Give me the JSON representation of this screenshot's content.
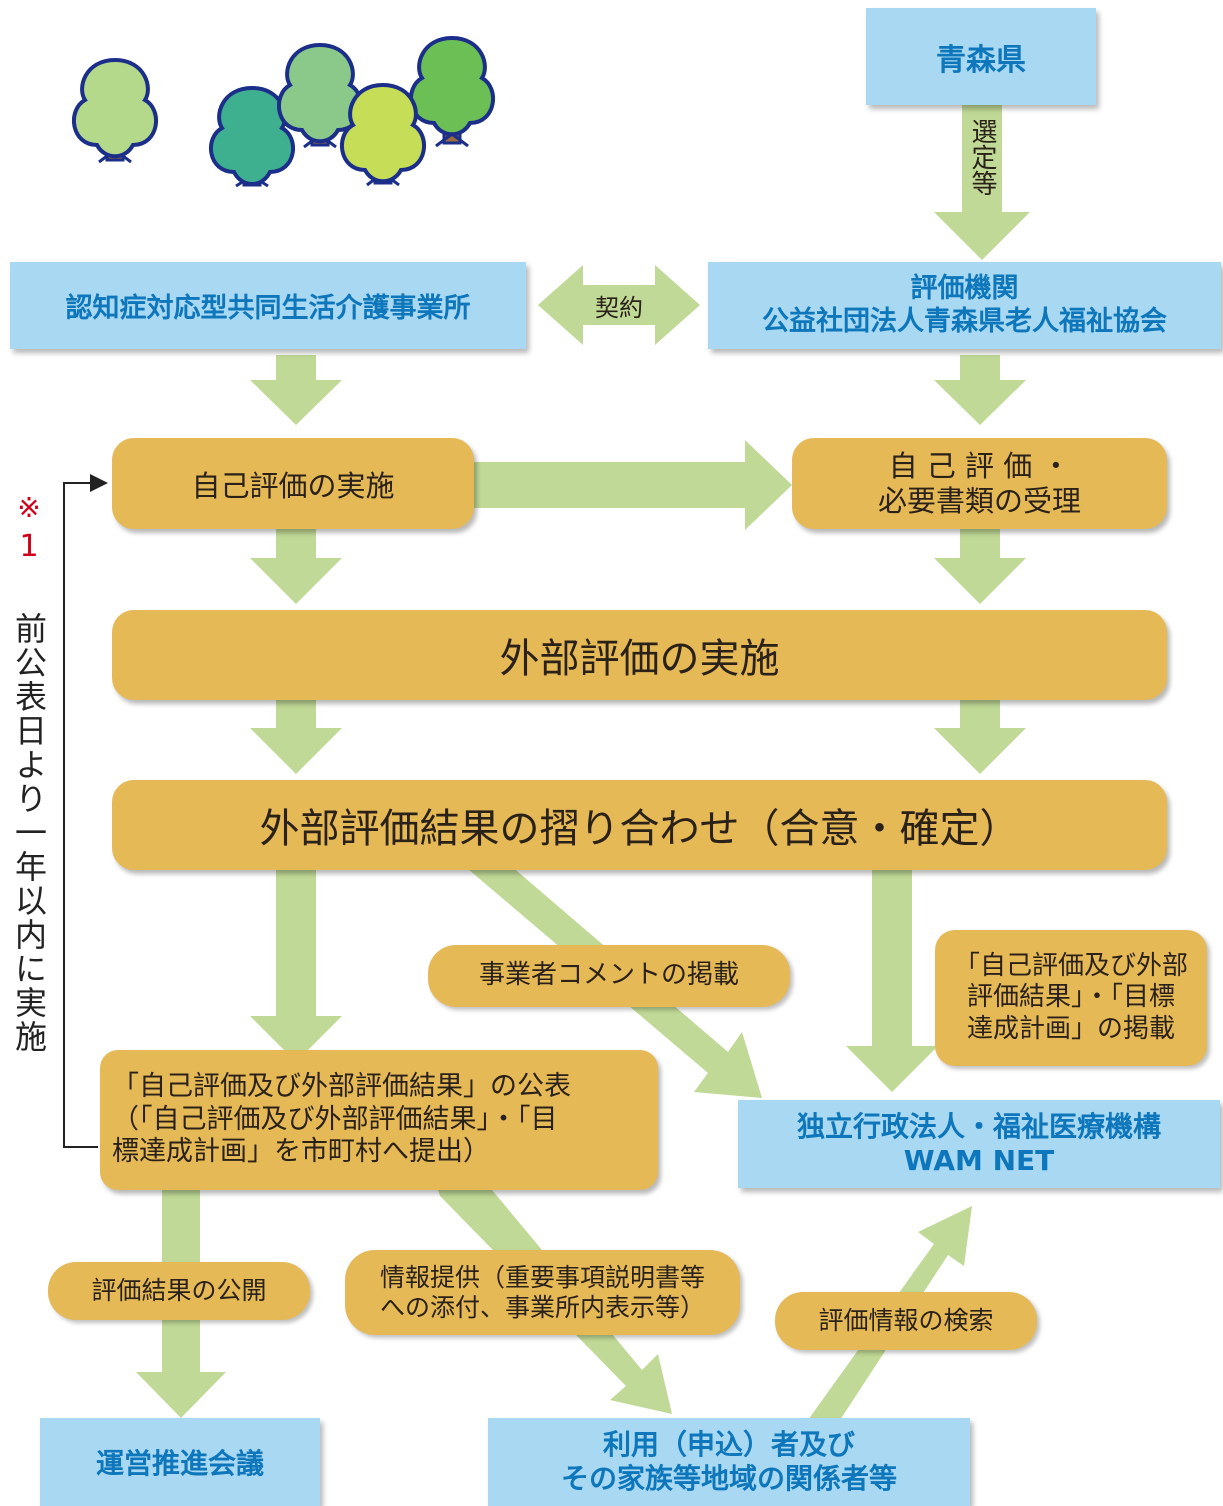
{
  "nodes": {
    "aomori": "青森県",
    "selection": "選定等",
    "facility": "認知症対応型共同生活介護事業所",
    "contract": "契約",
    "eval_org": {
      "line1": "評価機関",
      "line2": "公益社団法人青森県老人福祉協会"
    },
    "self_eval": "自己評価の実施",
    "receipt": {
      "line1": "自 己 評 価 ・",
      "line2": "必要書類の受理"
    },
    "external_eval": "外部評価の実施",
    "consult": "外部評価結果の摺り合わせ（合意・確定）",
    "operator_comment": "事業者コメントの掲載",
    "publish_results": {
      "line1": "「自己評価及び外部",
      "line2": "評価結果」・「目標",
      "line3": "達成計画」の掲載"
    },
    "public_announce": {
      "line1": "「自己評価及び外部評価結果」の公表",
      "line2": "（「自己評価及び外部評価結果」・「目",
      "line3": "標達成計画」を市町村へ提出）"
    },
    "wam": {
      "line1": "独立行政法人・福祉医療機構",
      "line2": "WAM NET"
    },
    "result_open": "評価結果の公開",
    "info_provide": {
      "line1": "情報提供（重要事項説明書等",
      "line2": "への添付、事業所内表示等）"
    },
    "info_search": "評価情報の検索",
    "council": "運営推進会議",
    "users": {
      "line1": "利用（申込）者及び",
      "line2": "その家族等地域の関係者等"
    }
  },
  "side_note": {
    "mark": "※",
    "num": "1",
    "text": "前公表日より一年以内に実施"
  },
  "colors": {
    "blue_box": "#a9d9f2",
    "blue_text": "#0e76bb",
    "gold_box": "#e6b957",
    "arrow_green": "#c0d996",
    "note_red": "#d0021b"
  },
  "icons": [
    "tree-icon",
    "tree-icon",
    "tree-icon",
    "tree-icon",
    "tree-icon"
  ]
}
